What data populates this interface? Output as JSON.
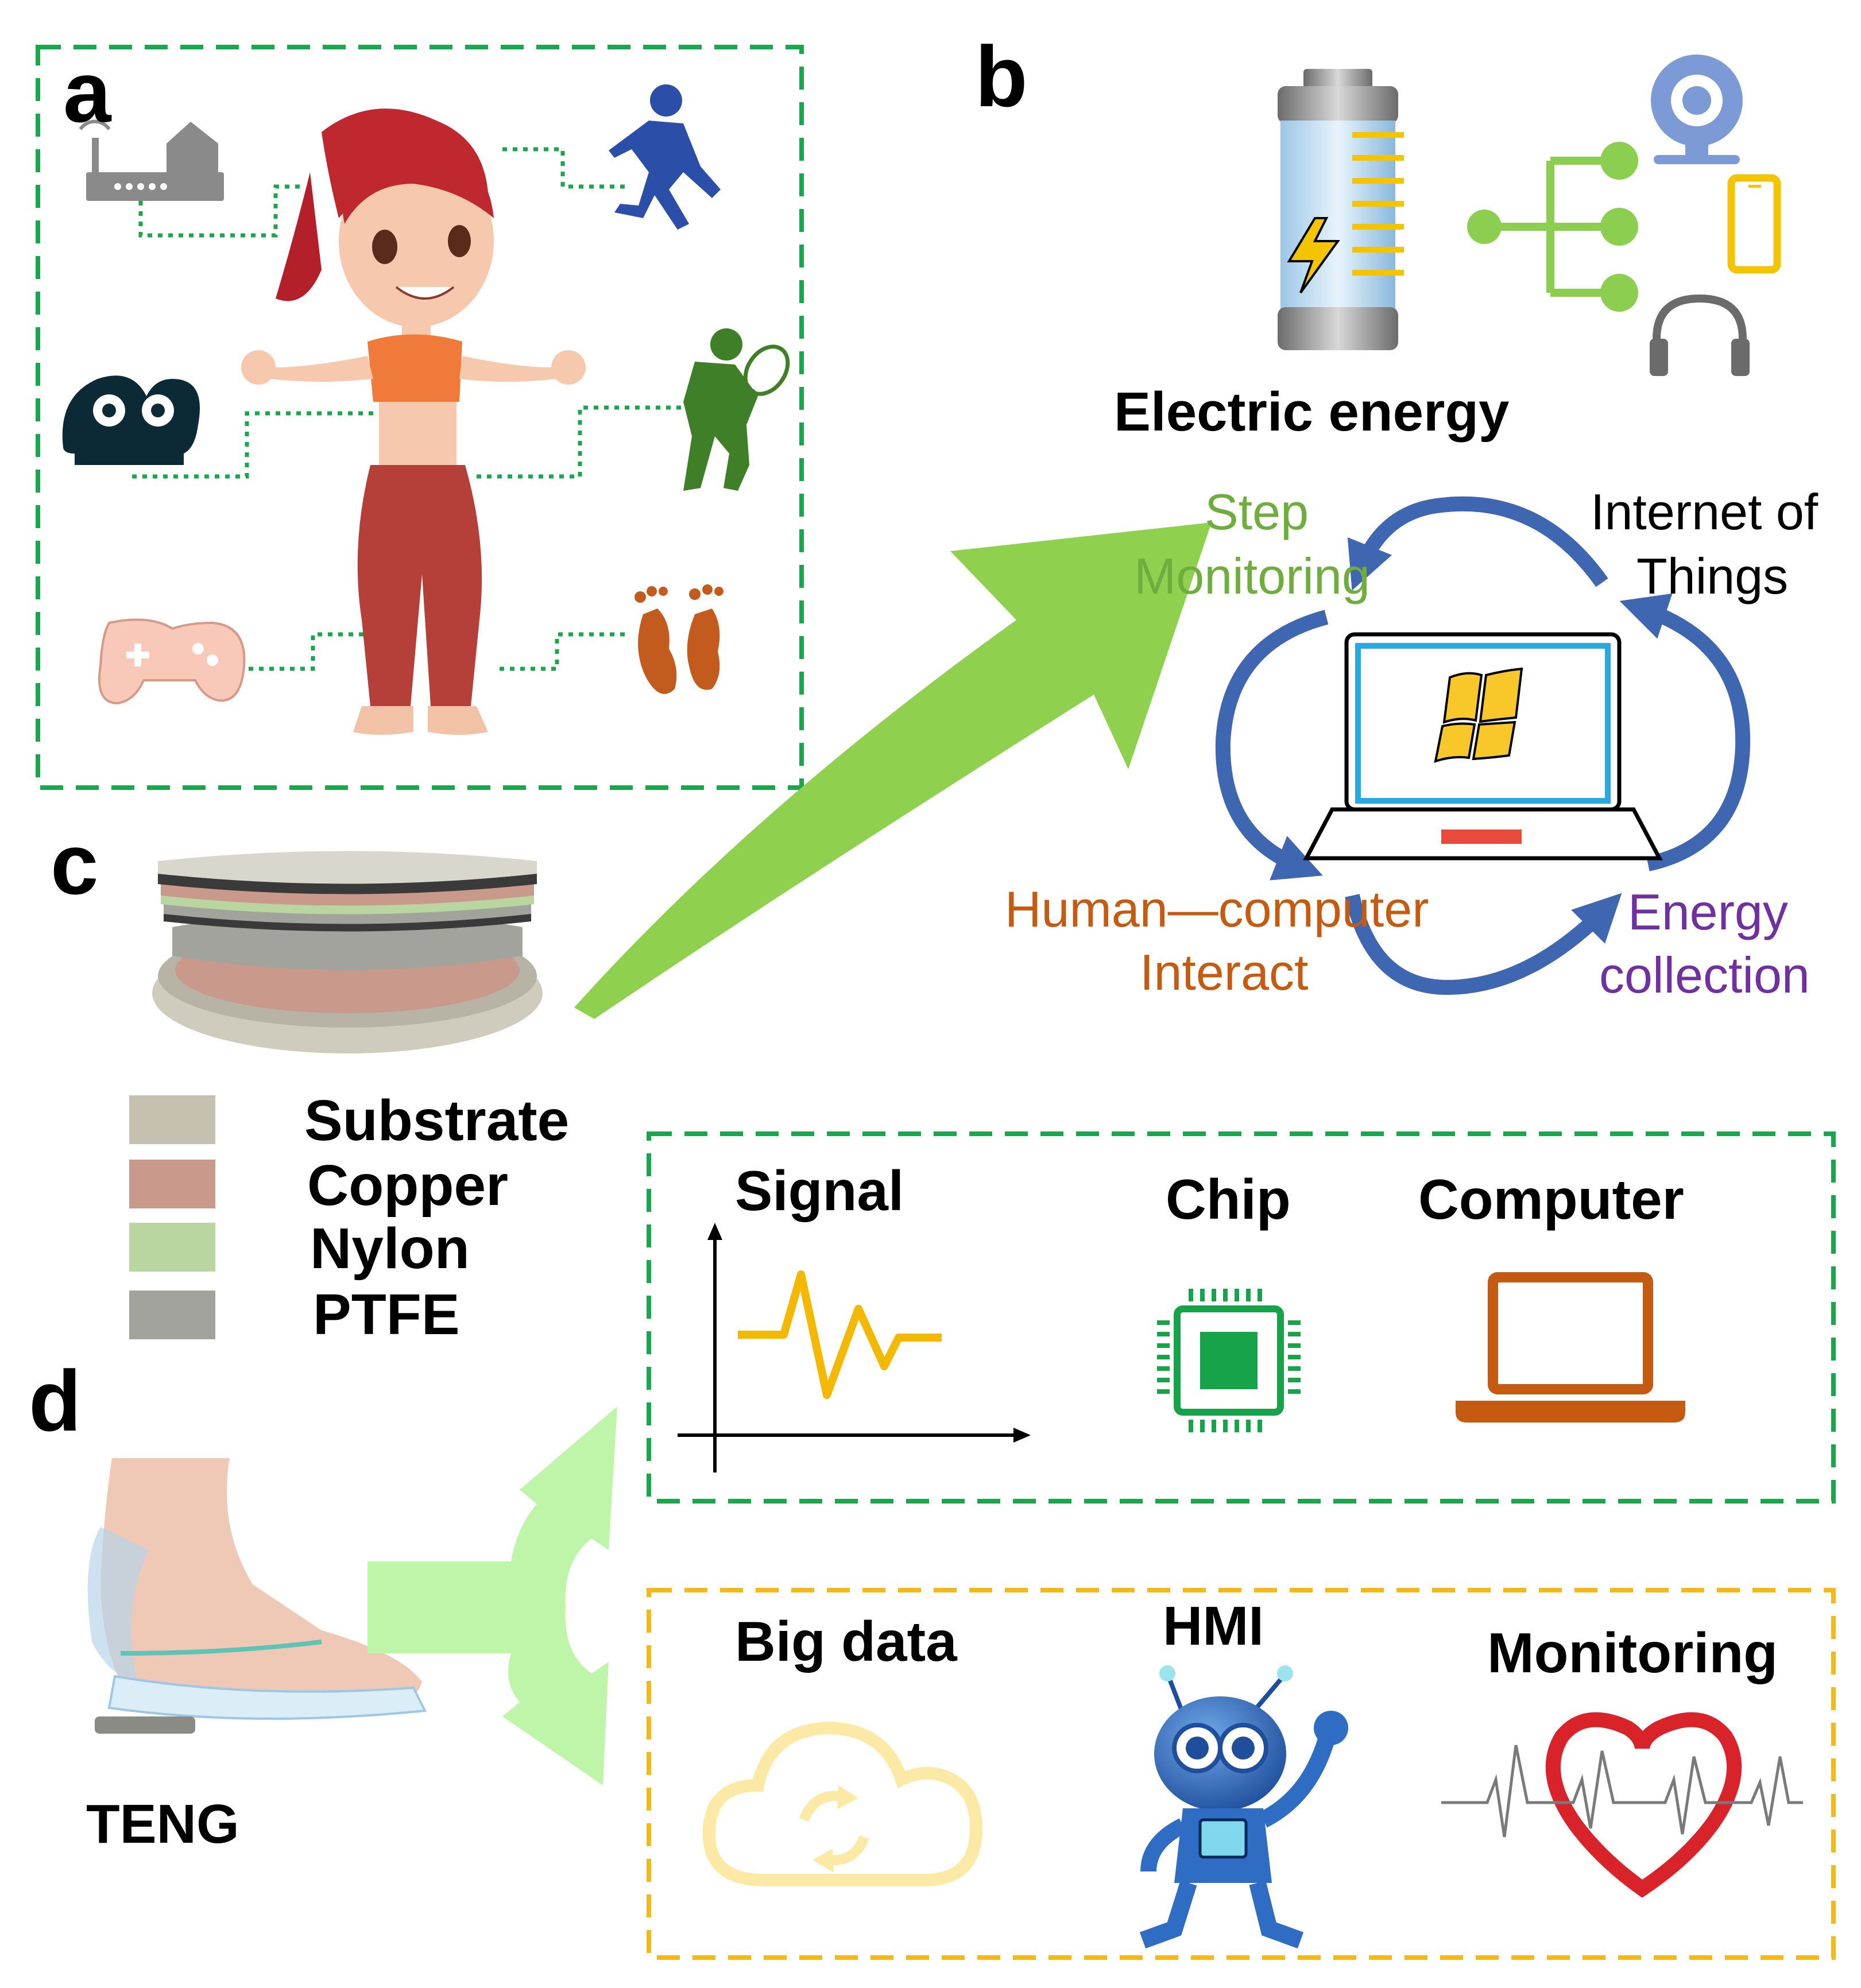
{
  "panels": {
    "a": "a",
    "b": "b",
    "c": "c",
    "d": "d"
  },
  "panel_b": {
    "battery_caption": "Electric energy",
    "cycle_labels": {
      "step_monitoring": [
        "Step",
        "Monitoring"
      ],
      "iot": [
        "Internet of",
        "Things"
      ],
      "hci": [
        "Human—computer",
        "Interact"
      ],
      "energy": [
        "Energy",
        "collection"
      ]
    }
  },
  "panel_c": {
    "legend": [
      {
        "label": "Substrate",
        "color": "#c5c0af"
      },
      {
        "label": "Copper",
        "color": "#c99a8b"
      },
      {
        "label": "Nylon",
        "color": "#b9d6a1"
      },
      {
        "label": "PTFE",
        "color": "#a3a39d"
      }
    ]
  },
  "panel_d": {
    "device_label": "TENG",
    "top_box": {
      "signal": "Signal",
      "chip": "Chip",
      "computer": "Computer"
    },
    "bottom_box": {
      "bigdata": "Big data",
      "hmi": "HMI",
      "monitoring": "Monitoring"
    }
  },
  "colors": {
    "green_dash": "#1aa64a",
    "yellow_dash": "#f2b91a",
    "big_arrow": "#8fd14f",
    "fork_arrow": "#bff5a8",
    "cycle_arrow": "#3f66b0",
    "step_text": "#6fae3e",
    "hci_text": "#c55a11",
    "energy_text": "#7030a0",
    "signal_wave": "#f5b800",
    "chip_green": "#16a34a",
    "laptop_orange": "#c55a11"
  }
}
